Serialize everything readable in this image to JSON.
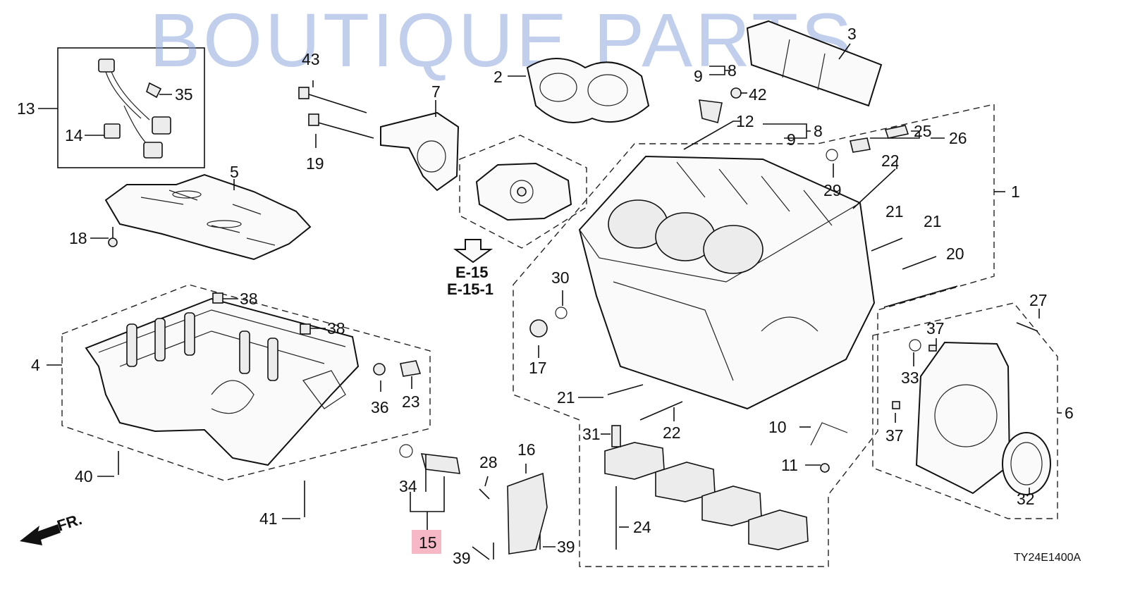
{
  "watermark": "BOUTIQUE PARTS",
  "diagram_code": "TY24E1400A",
  "reference": {
    "line1": "E-15",
    "line2": "E-15-1"
  },
  "front_marker": "FR.",
  "highlight_color": "#f6b8c4",
  "callouts": {
    "p1": "1",
    "p2": "2",
    "p3": "3",
    "p4": "4",
    "p5": "5",
    "p6": "6",
    "p7": "7",
    "p8a": "8",
    "p8b": "8",
    "p9a": "9",
    "p9b": "9",
    "p10": "10",
    "p11": "11",
    "p12": "12",
    "p13": "13",
    "p14": "14",
    "p15": "15",
    "p16": "16",
    "p17": "17",
    "p18": "18",
    "p19": "19",
    "p20": "20",
    "p21a": "21",
    "p21b": "21",
    "p21c": "21",
    "p22a": "22",
    "p22b": "22",
    "p23": "23",
    "p24": "24",
    "p25": "25",
    "p26": "26",
    "p27": "27",
    "p28": "28",
    "p29": "29",
    "p30": "30",
    "p31": "31",
    "p32": "32",
    "p33": "33",
    "p34": "34",
    "p35": "35",
    "p36": "36",
    "p37a": "37",
    "p37b": "37",
    "p38a": "38",
    "p38b": "38",
    "p39a": "39",
    "p39b": "39",
    "p40": "40",
    "p41": "41",
    "p42": "42",
    "p43": "43"
  }
}
